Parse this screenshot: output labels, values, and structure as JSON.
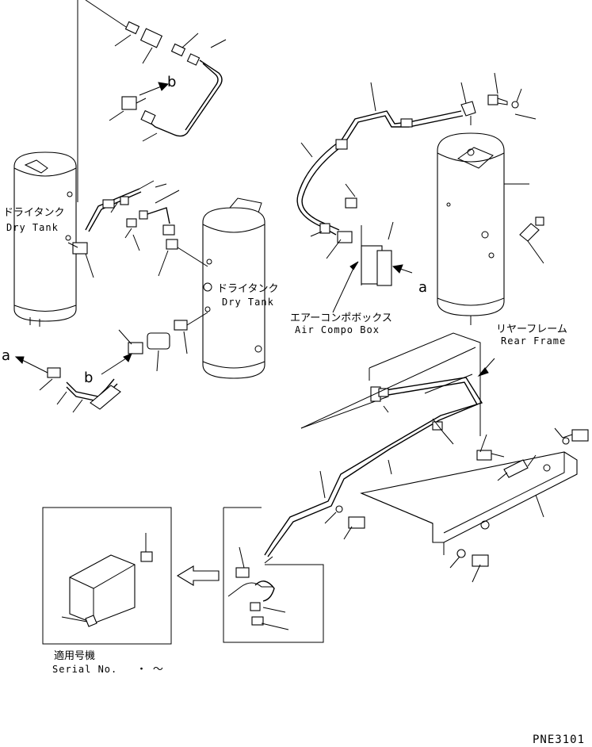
{
  "labels": {
    "dry_tank_jp_1": "ドライタンク",
    "dry_tank_en_1": "Dry Tank",
    "dry_tank_jp_2": "ドライタンク",
    "dry_tank_en_2": "Dry Tank",
    "air_compo_box_jp": "エアーコンポボックス",
    "air_compo_box_en": "Air Compo Box",
    "rear_frame_jp": "リヤーフレーム",
    "rear_frame_en": "Rear Frame",
    "arrow_a_left": "a",
    "arrow_a_right": "a",
    "arrow_b_top": "b",
    "arrow_b_bottom": "b",
    "serial_jp": "適用号機",
    "serial_en": "Serial No.",
    "serial_range": "・ 〜",
    "drawing_code": "PNE3101"
  }
}
